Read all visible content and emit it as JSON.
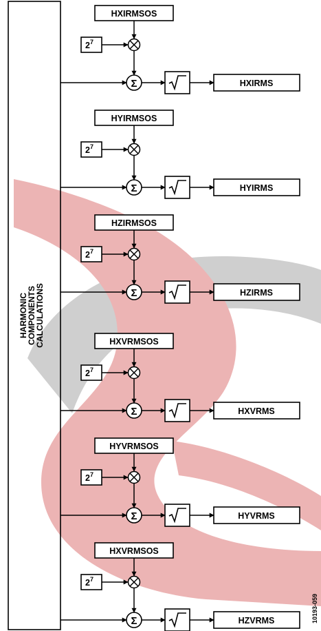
{
  "side_block": {
    "lines": [
      "HARMONIC",
      "COMPONENTS",
      "CALCULATIONS"
    ]
  },
  "chains": [
    {
      "offset_label": "HXIRMSOS",
      "scale_label": "2",
      "scale_exponent": "7",
      "output_label": "HXIRMS"
    },
    {
      "offset_label": "HYIRMSOS",
      "scale_label": "2",
      "scale_exponent": "7",
      "output_label": "HYIRMS"
    },
    {
      "offset_label": "HZIRMSOS",
      "scale_label": "2",
      "scale_exponent": "7",
      "output_label": "HZIRMS"
    },
    {
      "offset_label": "HXVRMSOS",
      "scale_label": "2",
      "scale_exponent": "7",
      "output_label": "HXVRMS"
    },
    {
      "offset_label": "HYVRMSOS",
      "scale_label": "2",
      "scale_exponent": "7",
      "output_label": "HYVRMS"
    },
    {
      "offset_label": "HXVRMSOS",
      "scale_label": "2",
      "scale_exponent": "7",
      "output_label": "HZVRMS"
    }
  ],
  "symbols": {
    "multiply": "⊗",
    "sum": "Σ",
    "sqrt": "√"
  },
  "figure_id": "10193-059",
  "watermark_colors": {
    "gray": "#c8c8c8",
    "red": "#ecb4b4"
  }
}
